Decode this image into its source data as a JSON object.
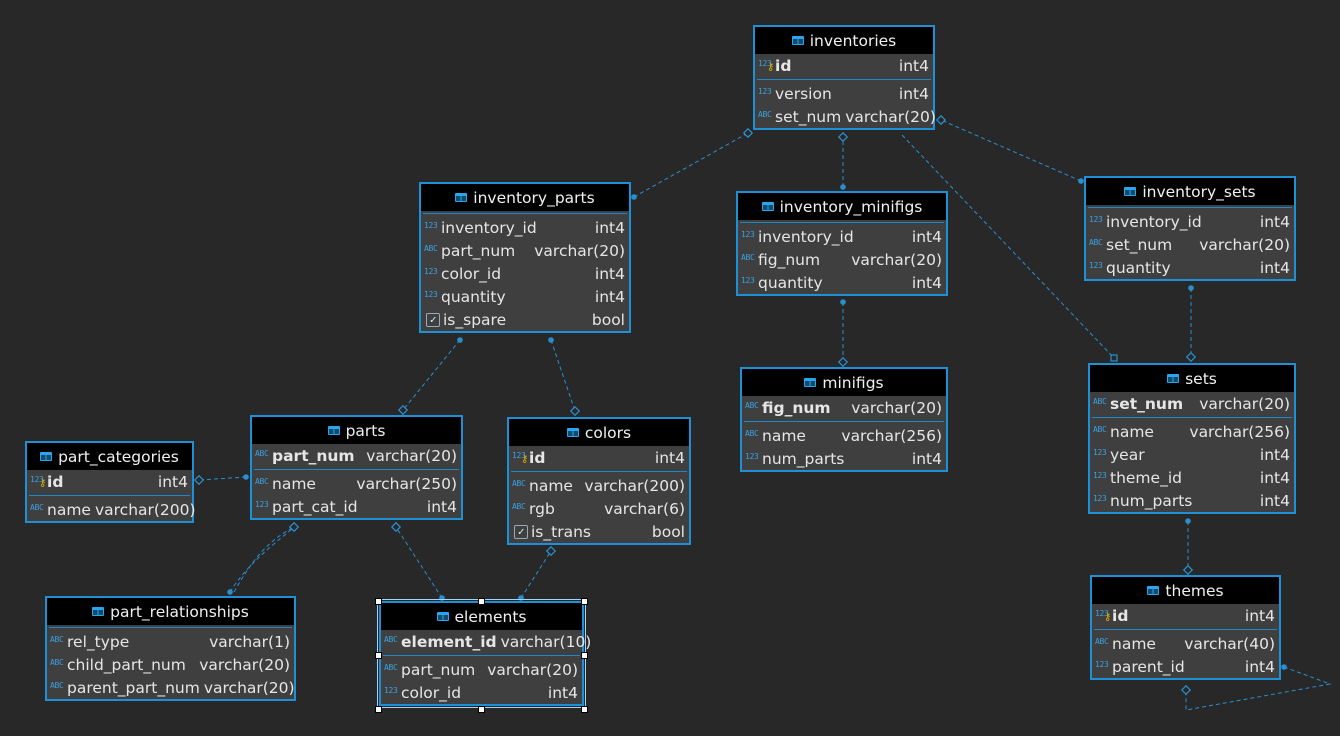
{
  "colors": {
    "background": "#282828",
    "table_border": "#1e90d6",
    "link": "#2a8fd0"
  },
  "tables": {
    "inventories": {
      "title": "inventories",
      "pk": [
        {
          "icon": "123-key",
          "name": "id",
          "type": "int4"
        }
      ],
      "cols": [
        {
          "icon": "123",
          "name": "version",
          "type": "int4"
        },
        {
          "icon": "abc",
          "name": "set_num",
          "type": "varchar(20)"
        }
      ]
    },
    "inventory_parts": {
      "title": "inventory_parts",
      "pk": [],
      "cols": [
        {
          "icon": "123",
          "name": "inventory_id",
          "type": "int4"
        },
        {
          "icon": "abc",
          "name": "part_num",
          "type": "varchar(20)"
        },
        {
          "icon": "123",
          "name": "color_id",
          "type": "int4"
        },
        {
          "icon": "123",
          "name": "quantity",
          "type": "int4"
        },
        {
          "icon": "bool",
          "name": "is_spare",
          "type": "bool"
        }
      ]
    },
    "inventory_minifigs": {
      "title": "inventory_minifigs",
      "pk": [],
      "cols": [
        {
          "icon": "123",
          "name": "inventory_id",
          "type": "int4"
        },
        {
          "icon": "abc",
          "name": "fig_num",
          "type": "varchar(20)"
        },
        {
          "icon": "123",
          "name": "quantity",
          "type": "int4"
        }
      ]
    },
    "inventory_sets": {
      "title": "inventory_sets",
      "pk": [],
      "cols": [
        {
          "icon": "123",
          "name": "inventory_id",
          "type": "int4"
        },
        {
          "icon": "abc",
          "name": "set_num",
          "type": "varchar(20)"
        },
        {
          "icon": "123",
          "name": "quantity",
          "type": "int4"
        }
      ]
    },
    "minifigs": {
      "title": "minifigs",
      "pk": [
        {
          "icon": "abc",
          "name": "fig_num",
          "type": "varchar(20)"
        }
      ],
      "cols": [
        {
          "icon": "abc",
          "name": "name",
          "type": "varchar(256)"
        },
        {
          "icon": "123",
          "name": "num_parts",
          "type": "int4"
        }
      ]
    },
    "sets": {
      "title": "sets",
      "pk": [
        {
          "icon": "abc",
          "name": "set_num",
          "type": "varchar(20)"
        }
      ],
      "cols": [
        {
          "icon": "abc",
          "name": "name",
          "type": "varchar(256)"
        },
        {
          "icon": "123",
          "name": "year",
          "type": "int4"
        },
        {
          "icon": "123",
          "name": "theme_id",
          "type": "int4"
        },
        {
          "icon": "123",
          "name": "num_parts",
          "type": "int4"
        }
      ]
    },
    "themes": {
      "title": "themes",
      "pk": [
        {
          "icon": "123-key",
          "name": "id",
          "type": "int4"
        }
      ],
      "cols": [
        {
          "icon": "abc",
          "name": "name",
          "type": "varchar(40)"
        },
        {
          "icon": "123",
          "name": "parent_id",
          "type": "int4"
        }
      ]
    },
    "parts": {
      "title": "parts",
      "pk": [
        {
          "icon": "abc",
          "name": "part_num",
          "type": "varchar(20)"
        }
      ],
      "cols": [
        {
          "icon": "abc",
          "name": "name",
          "type": "varchar(250)"
        },
        {
          "icon": "123",
          "name": "part_cat_id",
          "type": "int4"
        }
      ]
    },
    "colors": {
      "title": "colors",
      "pk": [
        {
          "icon": "123-key",
          "name": "id",
          "type": "int4"
        }
      ],
      "cols": [
        {
          "icon": "abc",
          "name": "name",
          "type": "varchar(200)"
        },
        {
          "icon": "abc",
          "name": "rgb",
          "type": "varchar(6)"
        },
        {
          "icon": "bool",
          "name": "is_trans",
          "type": "bool"
        }
      ]
    },
    "part_categories": {
      "title": "part_categories",
      "pk": [
        {
          "icon": "123-key",
          "name": "id",
          "type": "int4"
        }
      ],
      "cols": [
        {
          "icon": "abc",
          "name": "name",
          "type": "varchar(200)"
        }
      ]
    },
    "part_relationships": {
      "title": "part_relationships",
      "pk": [],
      "cols": [
        {
          "icon": "abc",
          "name": "rel_type",
          "type": "varchar(1)"
        },
        {
          "icon": "abc",
          "name": "child_part_num",
          "type": "varchar(20)"
        },
        {
          "icon": "abc",
          "name": "parent_part_num",
          "type": "varchar(20)"
        }
      ]
    },
    "elements": {
      "title": "elements",
      "pk": [
        {
          "icon": "abc",
          "name": "element_id",
          "type": "varchar(10)"
        }
      ],
      "cols": [
        {
          "icon": "abc",
          "name": "part_num",
          "type": "varchar(20)"
        },
        {
          "icon": "123",
          "name": "color_id",
          "type": "int4"
        }
      ]
    }
  },
  "relationships": [
    {
      "from": "inventory_parts",
      "to": "inventories"
    },
    {
      "from": "inventory_minifigs",
      "to": "inventories"
    },
    {
      "from": "inventory_sets",
      "to": "inventories"
    },
    {
      "from": "inventories",
      "to": "sets"
    },
    {
      "from": "inventory_sets",
      "to": "sets"
    },
    {
      "from": "inventory_minifigs",
      "to": "minifigs"
    },
    {
      "from": "sets",
      "to": "themes"
    },
    {
      "from": "themes",
      "to": "themes"
    },
    {
      "from": "inventory_parts",
      "to": "parts"
    },
    {
      "from": "inventory_parts",
      "to": "colors"
    },
    {
      "from": "parts",
      "to": "part_categories"
    },
    {
      "from": "part_relationships",
      "to": "parts"
    },
    {
      "from": "elements",
      "to": "parts"
    },
    {
      "from": "elements",
      "to": "colors"
    }
  ]
}
